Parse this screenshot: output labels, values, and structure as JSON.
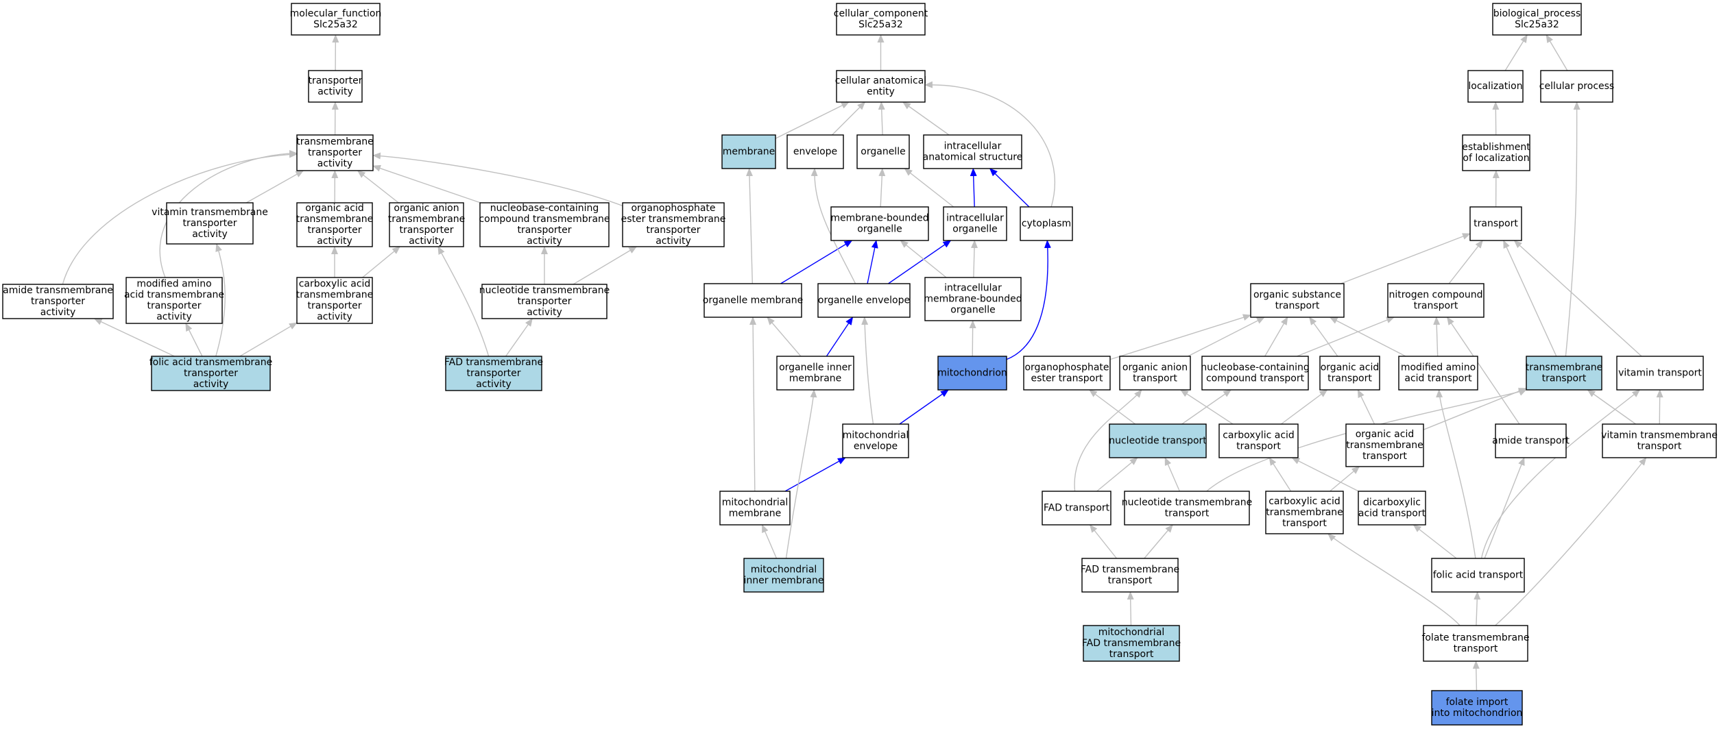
{
  "colors": {
    "plain_fill": "#ffffff",
    "highlight_fill": "#add8e6",
    "target_fill": "#6495ed",
    "edge_grey": "#c0c0c0",
    "edge_blue": "#0000ff"
  },
  "nodes": [
    {
      "id": "mf",
      "lines": [
        "molecular_function",
        "Slc25a32"
      ],
      "kind": "plain"
    },
    {
      "id": "ta",
      "lines": [
        "transporter",
        "activity"
      ],
      "kind": "plain"
    },
    {
      "id": "tmta",
      "lines": [
        "transmembrane",
        "transporter",
        "activity"
      ],
      "kind": "plain"
    },
    {
      "id": "vtta",
      "lines": [
        "vitamin transmembrane",
        "transporter",
        "activity"
      ],
      "kind": "plain"
    },
    {
      "id": "oatta",
      "lines": [
        "organic acid",
        "transmembrane",
        "transporter",
        "activity"
      ],
      "kind": "plain"
    },
    {
      "id": "oantta",
      "lines": [
        "organic anion",
        "transmembrane",
        "transporter",
        "activity"
      ],
      "kind": "plain"
    },
    {
      "id": "nbcta",
      "lines": [
        "nucleobase-containing",
        "compound transmembrane",
        "transporter",
        "activity"
      ],
      "kind": "plain"
    },
    {
      "id": "opta",
      "lines": [
        "organophosphate",
        "ester transmembrane",
        "transporter",
        "activity"
      ],
      "kind": "plain"
    },
    {
      "id": "amta",
      "lines": [
        "amide transmembrane",
        "transporter",
        "activity"
      ],
      "kind": "plain"
    },
    {
      "id": "maata",
      "lines": [
        "modified amino",
        "acid transmembrane",
        "transporter",
        "activity"
      ],
      "kind": "plain"
    },
    {
      "id": "cata",
      "lines": [
        "carboxylic acid",
        "transmembrane",
        "transporter",
        "activity"
      ],
      "kind": "plain"
    },
    {
      "id": "ntta",
      "lines": [
        "nucleotide transmembrane",
        "transporter",
        "activity"
      ],
      "kind": "plain"
    },
    {
      "id": "fata",
      "lines": [
        "folic acid transmembrane",
        "transporter",
        "activity"
      ],
      "kind": "highlight"
    },
    {
      "id": "fadta",
      "lines": [
        "FAD transmembrane",
        "transporter",
        "activity"
      ],
      "kind": "highlight"
    },
    {
      "id": "cc",
      "lines": [
        "cellular_component",
        "Slc25a32"
      ],
      "kind": "plain"
    },
    {
      "id": "cae",
      "lines": [
        "cellular anatomical",
        "entity"
      ],
      "kind": "plain"
    },
    {
      "id": "mem",
      "lines": [
        "membrane"
      ],
      "kind": "highlight"
    },
    {
      "id": "env",
      "lines": [
        "envelope"
      ],
      "kind": "plain"
    },
    {
      "id": "org",
      "lines": [
        "organelle"
      ],
      "kind": "plain"
    },
    {
      "id": "ias",
      "lines": [
        "intracellular",
        "anatomical structure"
      ],
      "kind": "plain"
    },
    {
      "id": "mbo",
      "lines": [
        "membrane-bounded",
        "organelle"
      ],
      "kind": "plain"
    },
    {
      "id": "io",
      "lines": [
        "intracellular",
        "organelle"
      ],
      "kind": "plain"
    },
    {
      "id": "cyto",
      "lines": [
        "cytoplasm"
      ],
      "kind": "plain"
    },
    {
      "id": "om",
      "lines": [
        "organelle membrane"
      ],
      "kind": "plain"
    },
    {
      "id": "oe",
      "lines": [
        "organelle envelope"
      ],
      "kind": "plain"
    },
    {
      "id": "imbo",
      "lines": [
        "intracellular",
        "membrane-bounded",
        "organelle"
      ],
      "kind": "plain"
    },
    {
      "id": "mito",
      "lines": [
        "mitochondrion"
      ],
      "kind": "target"
    },
    {
      "id": "oim",
      "lines": [
        "organelle inner",
        "membrane"
      ],
      "kind": "plain"
    },
    {
      "id": "menv",
      "lines": [
        "mitochondrial",
        "envelope"
      ],
      "kind": "plain"
    },
    {
      "id": "mmem",
      "lines": [
        "mitochondrial",
        "membrane"
      ],
      "kind": "plain"
    },
    {
      "id": "mim",
      "lines": [
        "mitochondrial",
        "inner membrane"
      ],
      "kind": "highlight"
    },
    {
      "id": "bp",
      "lines": [
        "biological_process",
        "Slc25a32"
      ],
      "kind": "plain"
    },
    {
      "id": "loc",
      "lines": [
        "localization"
      ],
      "kind": "plain"
    },
    {
      "id": "cp",
      "lines": [
        "cellular process"
      ],
      "kind": "plain"
    },
    {
      "id": "eol",
      "lines": [
        "establishment",
        "of localization"
      ],
      "kind": "plain"
    },
    {
      "id": "tr",
      "lines": [
        "transport"
      ],
      "kind": "plain"
    },
    {
      "id": "ost",
      "lines": [
        "organic substance",
        "transport"
      ],
      "kind": "plain"
    },
    {
      "id": "nct",
      "lines": [
        "nitrogen compound",
        "transport"
      ],
      "kind": "plain"
    },
    {
      "id": "opet",
      "lines": [
        "organophosphate",
        "ester transport"
      ],
      "kind": "plain"
    },
    {
      "id": "oant",
      "lines": [
        "organic anion",
        "transport"
      ],
      "kind": "plain"
    },
    {
      "id": "nbct",
      "lines": [
        "nucleobase-containing",
        "compound transport"
      ],
      "kind": "plain"
    },
    {
      "id": "oact",
      "lines": [
        "organic acid",
        "transport"
      ],
      "kind": "plain"
    },
    {
      "id": "maat",
      "lines": [
        "modified amino",
        "acid transport"
      ],
      "kind": "plain"
    },
    {
      "id": "tmt",
      "lines": [
        "transmembrane",
        "transport"
      ],
      "kind": "highlight"
    },
    {
      "id": "vt",
      "lines": [
        "vitamin transport"
      ],
      "kind": "plain"
    },
    {
      "id": "ntt",
      "lines": [
        "nucleotide transport"
      ],
      "kind": "highlight"
    },
    {
      "id": "cat",
      "lines": [
        "carboxylic acid",
        "transport"
      ],
      "kind": "plain"
    },
    {
      "id": "oatt",
      "lines": [
        "organic acid",
        "transmembrane",
        "transport"
      ],
      "kind": "plain"
    },
    {
      "id": "amt",
      "lines": [
        "amide transport"
      ],
      "kind": "plain"
    },
    {
      "id": "vtt",
      "lines": [
        "vitamin transmembrane",
        "transport"
      ],
      "kind": "plain"
    },
    {
      "id": "fadt",
      "lines": [
        "FAD transport"
      ],
      "kind": "plain"
    },
    {
      "id": "nttt",
      "lines": [
        "nucleotide transmembrane",
        "transport"
      ],
      "kind": "plain"
    },
    {
      "id": "catt",
      "lines": [
        "carboxylic acid",
        "transmembrane",
        "transport"
      ],
      "kind": "plain"
    },
    {
      "id": "dcat",
      "lines": [
        "dicarboxylic",
        "acid transport"
      ],
      "kind": "plain"
    },
    {
      "id": "fat",
      "lines": [
        "folic acid transport"
      ],
      "kind": "plain"
    },
    {
      "id": "fadtt",
      "lines": [
        "FAD transmembrane",
        "transport"
      ],
      "kind": "plain"
    },
    {
      "id": "ftt",
      "lines": [
        "folate transmembrane",
        "transport"
      ],
      "kind": "plain"
    },
    {
      "id": "mfadt",
      "lines": [
        "mitochondrial",
        "FAD transmembrane",
        "transport"
      ],
      "kind": "highlight"
    },
    {
      "id": "fim",
      "lines": [
        "folate import",
        "into mitochondrion"
      ],
      "kind": "target"
    }
  ],
  "edges": [
    {
      "from": "ta",
      "to": "mf",
      "color": "grey"
    },
    {
      "from": "tmta",
      "to": "ta",
      "color": "grey"
    },
    {
      "from": "vtta",
      "to": "tmta",
      "color": "grey"
    },
    {
      "from": "oatta",
      "to": "tmta",
      "color": "grey"
    },
    {
      "from": "oantta",
      "to": "tmta",
      "color": "grey"
    },
    {
      "from": "nbcta",
      "to": "tmta",
      "color": "grey"
    },
    {
      "from": "opta",
      "to": "tmta",
      "color": "grey"
    },
    {
      "from": "amta",
      "to": "tmta",
      "color": "grey"
    },
    {
      "from": "maata",
      "to": "tmta",
      "color": "grey"
    },
    {
      "from": "cata",
      "to": "oatta",
      "color": "grey"
    },
    {
      "from": "cata",
      "to": "oantta",
      "color": "grey"
    },
    {
      "from": "ntta",
      "to": "nbcta",
      "color": "grey"
    },
    {
      "from": "ntta",
      "to": "opta",
      "color": "grey"
    },
    {
      "from": "fata",
      "to": "amta",
      "color": "grey"
    },
    {
      "from": "fata",
      "to": "maata",
      "color": "grey"
    },
    {
      "from": "fata",
      "to": "vtta",
      "color": "grey"
    },
    {
      "from": "fata",
      "to": "cata",
      "color": "grey"
    },
    {
      "from": "fadta",
      "to": "ntta",
      "color": "grey"
    },
    {
      "from": "fadta",
      "to": "oantta",
      "color": "grey"
    },
    {
      "from": "cae",
      "to": "cc",
      "color": "grey"
    },
    {
      "from": "mem",
      "to": "cae",
      "color": "grey"
    },
    {
      "from": "env",
      "to": "cae",
      "color": "grey"
    },
    {
      "from": "org",
      "to": "cae",
      "color": "grey"
    },
    {
      "from": "ias",
      "to": "cae",
      "color": "grey"
    },
    {
      "from": "cyto",
      "to": "cae",
      "color": "grey"
    },
    {
      "from": "mbo",
      "to": "org",
      "color": "grey"
    },
    {
      "from": "io",
      "to": "org",
      "color": "grey"
    },
    {
      "from": "io",
      "to": "ias",
      "color": "blue"
    },
    {
      "from": "cyto",
      "to": "ias",
      "color": "blue"
    },
    {
      "from": "om",
      "to": "mem",
      "color": "grey"
    },
    {
      "from": "om",
      "to": "mbo",
      "color": "blue"
    },
    {
      "from": "oe",
      "to": "mbo",
      "color": "blue"
    },
    {
      "from": "oe",
      "to": "env",
      "color": "grey"
    },
    {
      "from": "oe",
      "to": "io",
      "color": "blue"
    },
    {
      "from": "imbo",
      "to": "mbo",
      "color": "grey"
    },
    {
      "from": "imbo",
      "to": "io",
      "color": "grey"
    },
    {
      "from": "mito",
      "to": "imbo",
      "color": "grey"
    },
    {
      "from": "mito",
      "to": "cyto",
      "color": "blue"
    },
    {
      "from": "oim",
      "to": "om",
      "color": "grey"
    },
    {
      "from": "oim",
      "to": "oe",
      "color": "blue"
    },
    {
      "from": "menv",
      "to": "oe",
      "color": "grey"
    },
    {
      "from": "menv",
      "to": "mito",
      "color": "blue"
    },
    {
      "from": "mmem",
      "to": "om",
      "color": "grey"
    },
    {
      "from": "mmem",
      "to": "menv",
      "color": "blue"
    },
    {
      "from": "mim",
      "to": "mmem",
      "color": "grey"
    },
    {
      "from": "mim",
      "to": "oim",
      "color": "grey"
    },
    {
      "from": "loc",
      "to": "bp",
      "color": "grey"
    },
    {
      "from": "cp",
      "to": "bp",
      "color": "grey"
    },
    {
      "from": "eol",
      "to": "loc",
      "color": "grey"
    },
    {
      "from": "tr",
      "to": "eol",
      "color": "grey"
    },
    {
      "from": "ost",
      "to": "tr",
      "color": "grey"
    },
    {
      "from": "nct",
      "to": "tr",
      "color": "grey"
    },
    {
      "from": "tmt",
      "to": "tr",
      "color": "grey"
    },
    {
      "from": "vt",
      "to": "tr",
      "color": "grey"
    },
    {
      "from": "tmt",
      "to": "cp",
      "color": "grey"
    },
    {
      "from": "opet",
      "to": "ost",
      "color": "grey"
    },
    {
      "from": "oant",
      "to": "ost",
      "color": "grey"
    },
    {
      "from": "nbct",
      "to": "ost",
      "color": "grey"
    },
    {
      "from": "oact",
      "to": "ost",
      "color": "grey"
    },
    {
      "from": "maat",
      "to": "ost",
      "color": "grey"
    },
    {
      "from": "nbct",
      "to": "nct",
      "color": "grey"
    },
    {
      "from": "maat",
      "to": "nct",
      "color": "grey"
    },
    {
      "from": "amt",
      "to": "nct",
      "color": "grey"
    },
    {
      "from": "ntt",
      "to": "opet",
      "color": "grey"
    },
    {
      "from": "ntt",
      "to": "nbct",
      "color": "grey"
    },
    {
      "from": "cat",
      "to": "oant",
      "color": "grey"
    },
    {
      "from": "cat",
      "to": "oact",
      "color": "grey"
    },
    {
      "from": "oatt",
      "to": "oact",
      "color": "grey"
    },
    {
      "from": "oatt",
      "to": "tmt",
      "color": "grey"
    },
    {
      "from": "vtt",
      "to": "vt",
      "color": "grey"
    },
    {
      "from": "vtt",
      "to": "tmt",
      "color": "grey"
    },
    {
      "from": "fadt",
      "to": "oant",
      "color": "grey"
    },
    {
      "from": "fadt",
      "to": "ntt",
      "color": "grey"
    },
    {
      "from": "nttt",
      "to": "ntt",
      "color": "grey"
    },
    {
      "from": "nttt",
      "to": "tmt",
      "color": "grey"
    },
    {
      "from": "catt",
      "to": "cat",
      "color": "grey"
    },
    {
      "from": "catt",
      "to": "oatt",
      "color": "grey"
    },
    {
      "from": "dcat",
      "to": "cat",
      "color": "grey"
    },
    {
      "from": "fat",
      "to": "dcat",
      "color": "grey"
    },
    {
      "from": "fat",
      "to": "maat",
      "color": "grey"
    },
    {
      "from": "fat",
      "to": "amt",
      "color": "grey"
    },
    {
      "from": "fat",
      "to": "vt",
      "color": "grey"
    },
    {
      "from": "fadtt",
      "to": "fadt",
      "color": "grey"
    },
    {
      "from": "fadtt",
      "to": "nttt",
      "color": "grey"
    },
    {
      "from": "ftt",
      "to": "fat",
      "color": "grey"
    },
    {
      "from": "ftt",
      "to": "catt",
      "color": "grey"
    },
    {
      "from": "ftt",
      "to": "vtt",
      "color": "grey"
    },
    {
      "from": "mfadt",
      "to": "fadtt",
      "color": "grey"
    },
    {
      "from": "fim",
      "to": "ftt",
      "color": "grey"
    }
  ]
}
